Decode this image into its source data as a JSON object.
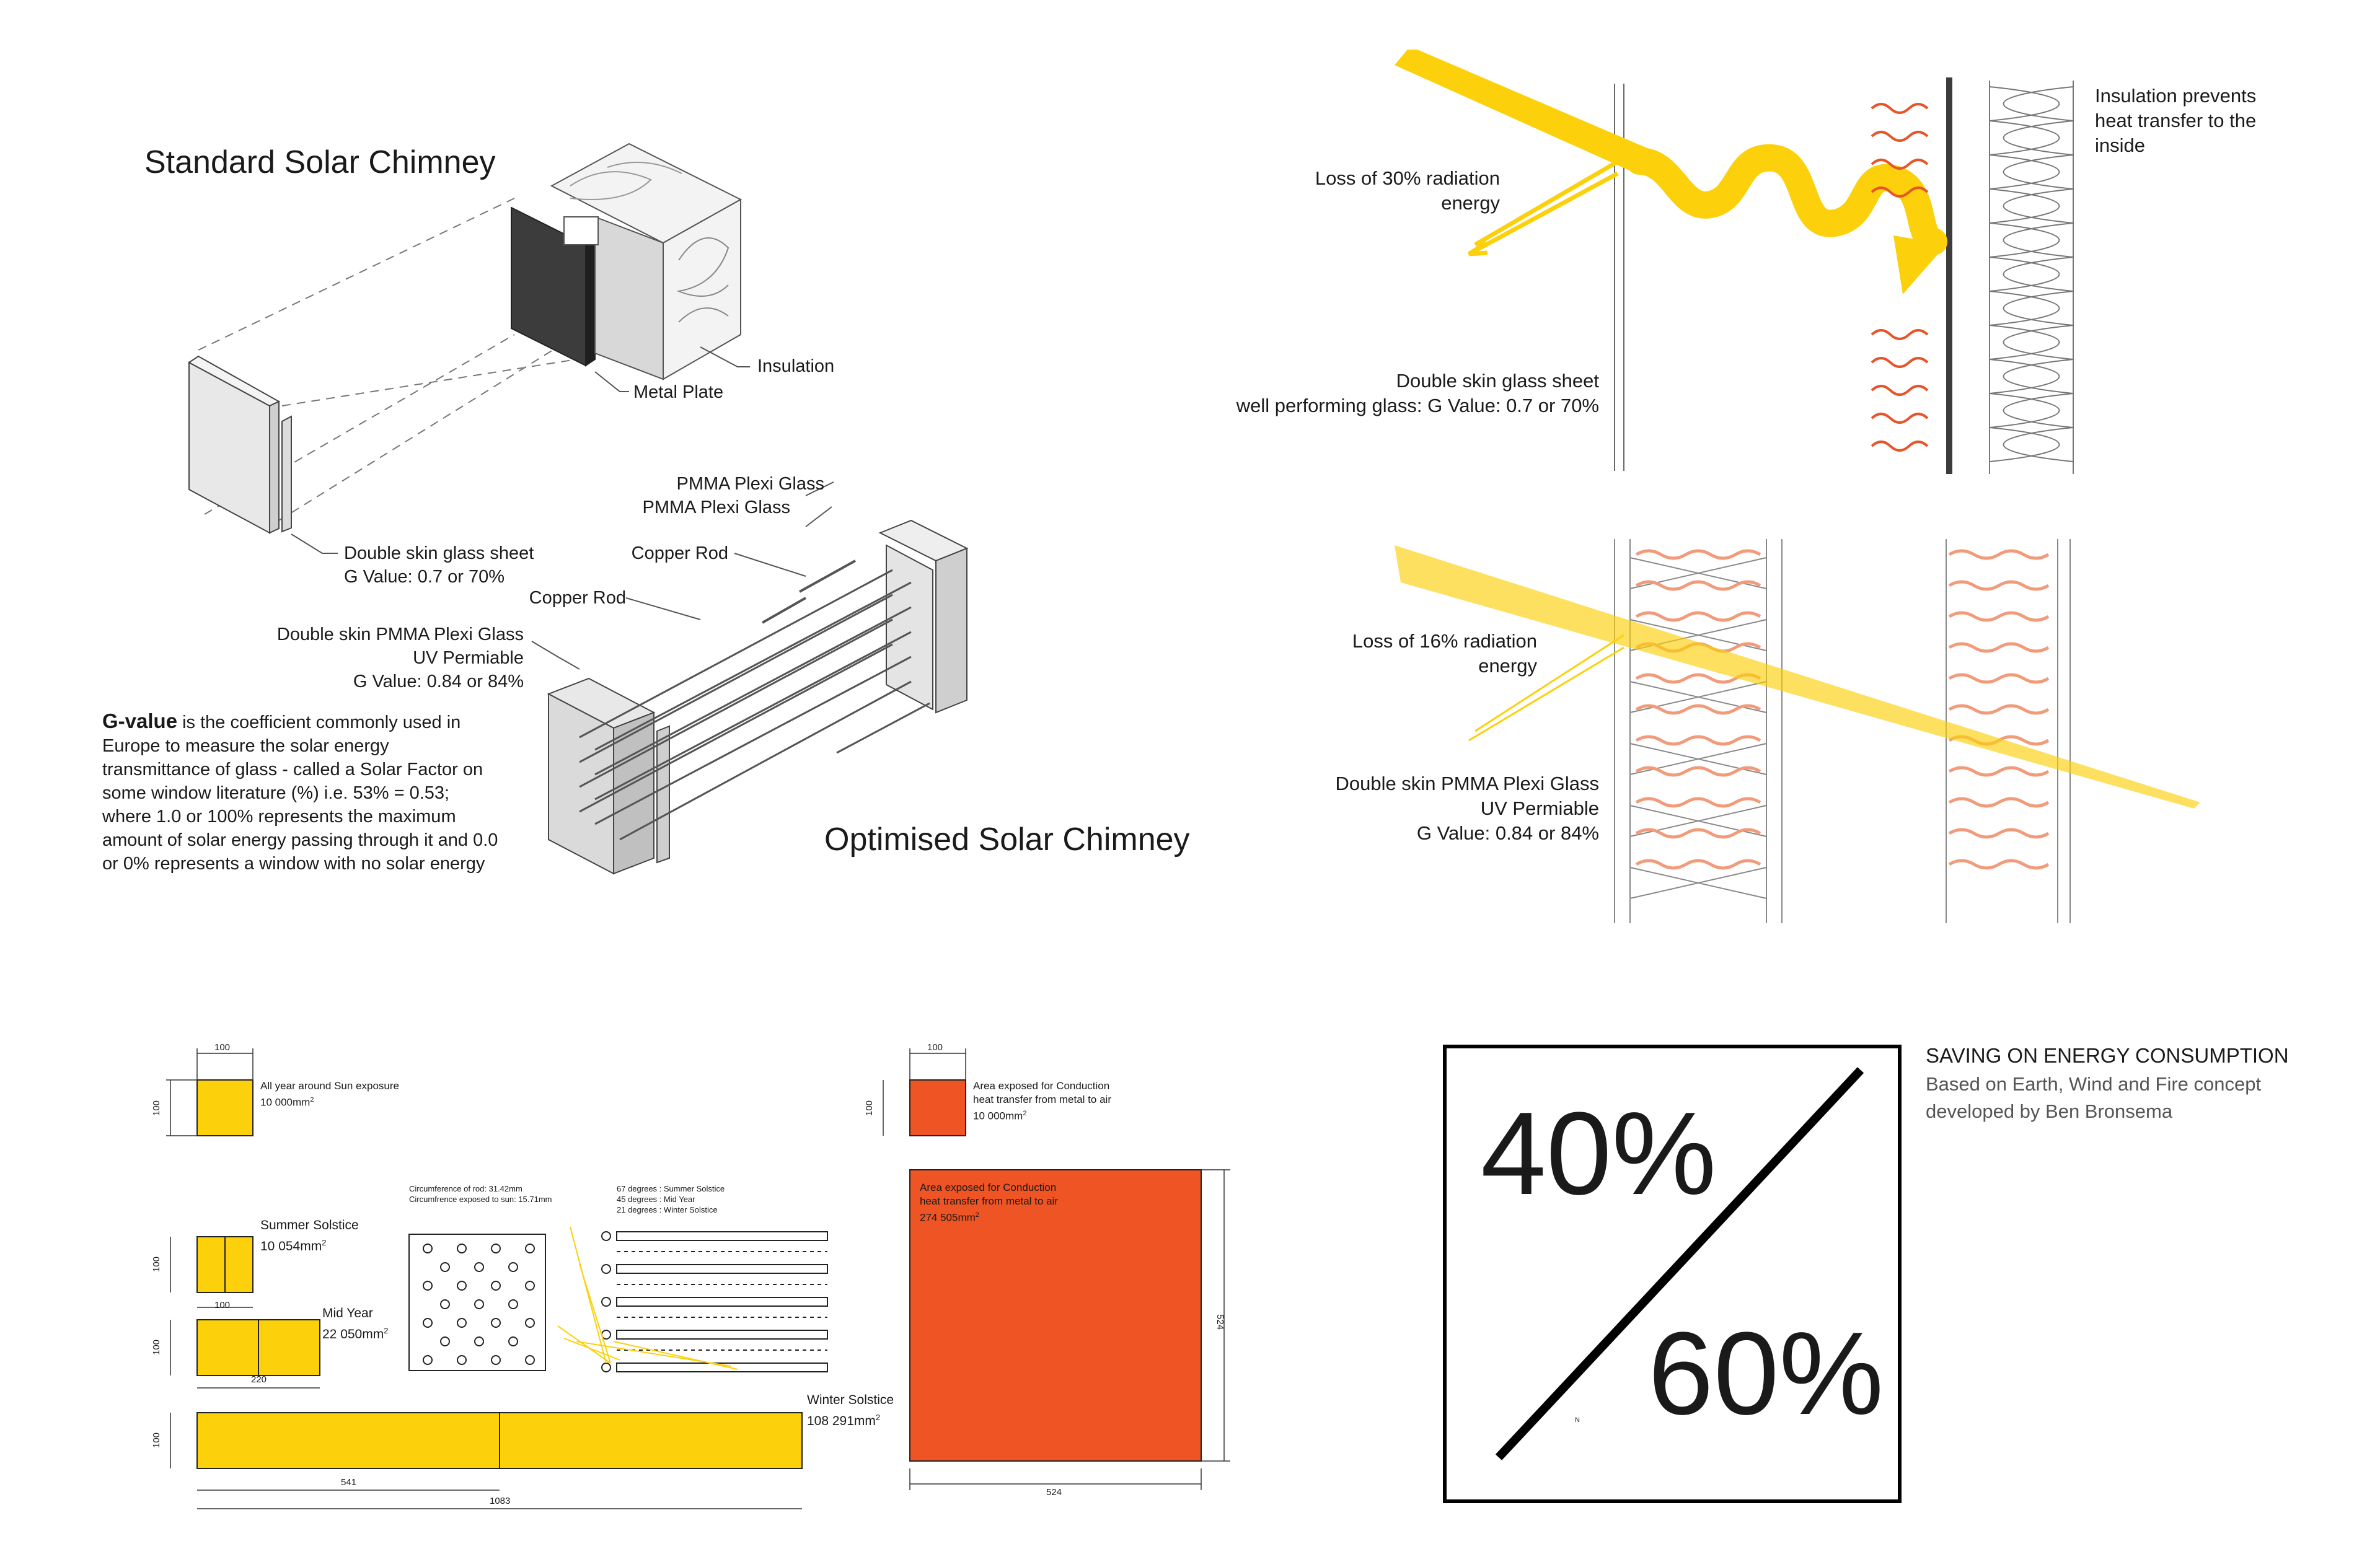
{
  "colors": {
    "yellow": "#fcd00a",
    "orange": "#ee5424",
    "wave": "#e8542a",
    "ink": "#1a1a1a",
    "grey_plate": "#3c3c3c"
  },
  "standard": {
    "title": "Standard Solar Chimney",
    "insulation": "Insulation",
    "metal_plate": "Metal Plate",
    "glass_line1": "Double skin glass sheet",
    "glass_line2": "G Value: 0.7 or 70%"
  },
  "optimised": {
    "title": "Optimised Solar Chimney",
    "pmma1": "PMMA Plexi Glass",
    "pmma2": "PMMA Plexi Glass",
    "copper1": "Copper Rod",
    "copper2": "Copper Rod",
    "dpmma_line1": "Double skin PMMA Plexi Glass",
    "dpmma_line2": "UV Permiable",
    "dpmma_line3": "G Value:  0.84 or 84%"
  },
  "gvalue": {
    "term": "G-value",
    "text": " is the coefficient commonly used in Europe to measure the solar energy transmittance of glass - called a Solar Factor on some window literature (%) i.e. 53% = 0.53; where 1.0 or 100% represents the maximum amount of solar energy passing through it and 0.0 or 0% represents a window with no solar energy"
  },
  "top_right": {
    "loss_line1": "Loss of 30% radiation",
    "loss_line2": "energy",
    "glass_line1": "Double skin glass sheet",
    "glass_line2": "well performing glass:  G Value: 0.7 or 70%",
    "ins_line1": "Insulation prevents",
    "ins_line2": "heat transfer to the",
    "ins_line3": "inside"
  },
  "mid_right": {
    "loss_line1": "Loss of 16% radiation",
    "loss_line2": "energy",
    "pmma_line1": "Double skin PMMA Plexi Glass",
    "pmma_line2": "UV Permiable",
    "pmma_line3": "G Value:  0.84 or 84%"
  },
  "exposure": {
    "sq1_dim_w": "100",
    "sq1_dim_h": "100",
    "sq1_line1": "All year around Sun exposure",
    "sq1_line2": "10 000mm",
    "summer_label": "Summer Solstice",
    "summer_value": "10 054mm",
    "summer_dim_w": "100",
    "summer_dim_h": "100",
    "mid_label": "Mid Year",
    "mid_value": "22 050mm",
    "mid_dim_w": "220",
    "mid_dim_h": "100",
    "winter_label": "Winter Solstice",
    "winter_value": "108 291mm",
    "winter_dim_half": "541",
    "winter_dim_full": "1083",
    "winter_dim_h": "100",
    "sup": "2",
    "rod_line1": "Circumference of rod: 31.42mm",
    "rod_line2": "Circumfrence exposed to sun: 15.71mm",
    "angle1": "67 degrees : Summer Solstice",
    "angle2": "45 degrees : Mid Year",
    "angle3": "21 degrees : Winter Solstice",
    "cond_small_dim_w": "100",
    "cond_small_dim_h": "100",
    "cond_small_line1": "Area exposed for Conduction",
    "cond_small_line2": "heat transfer from metal to air",
    "cond_small_line3": "10 000mm",
    "cond_big_line1": "Area exposed for Conduction",
    "cond_big_line2": "heat transfer from metal to air",
    "cond_big_line3": "274 505mm",
    "cond_big_dim_w": "524",
    "cond_big_dim_h": "524"
  },
  "saving": {
    "value1": "40%",
    "value2": "60%",
    "north": "N",
    "heading": "SAVING ON ENERGY CONSUMPTION",
    "line1": "Based on Earth, Wind and Fire concept",
    "line2": "developed by Ben Bronsema"
  }
}
